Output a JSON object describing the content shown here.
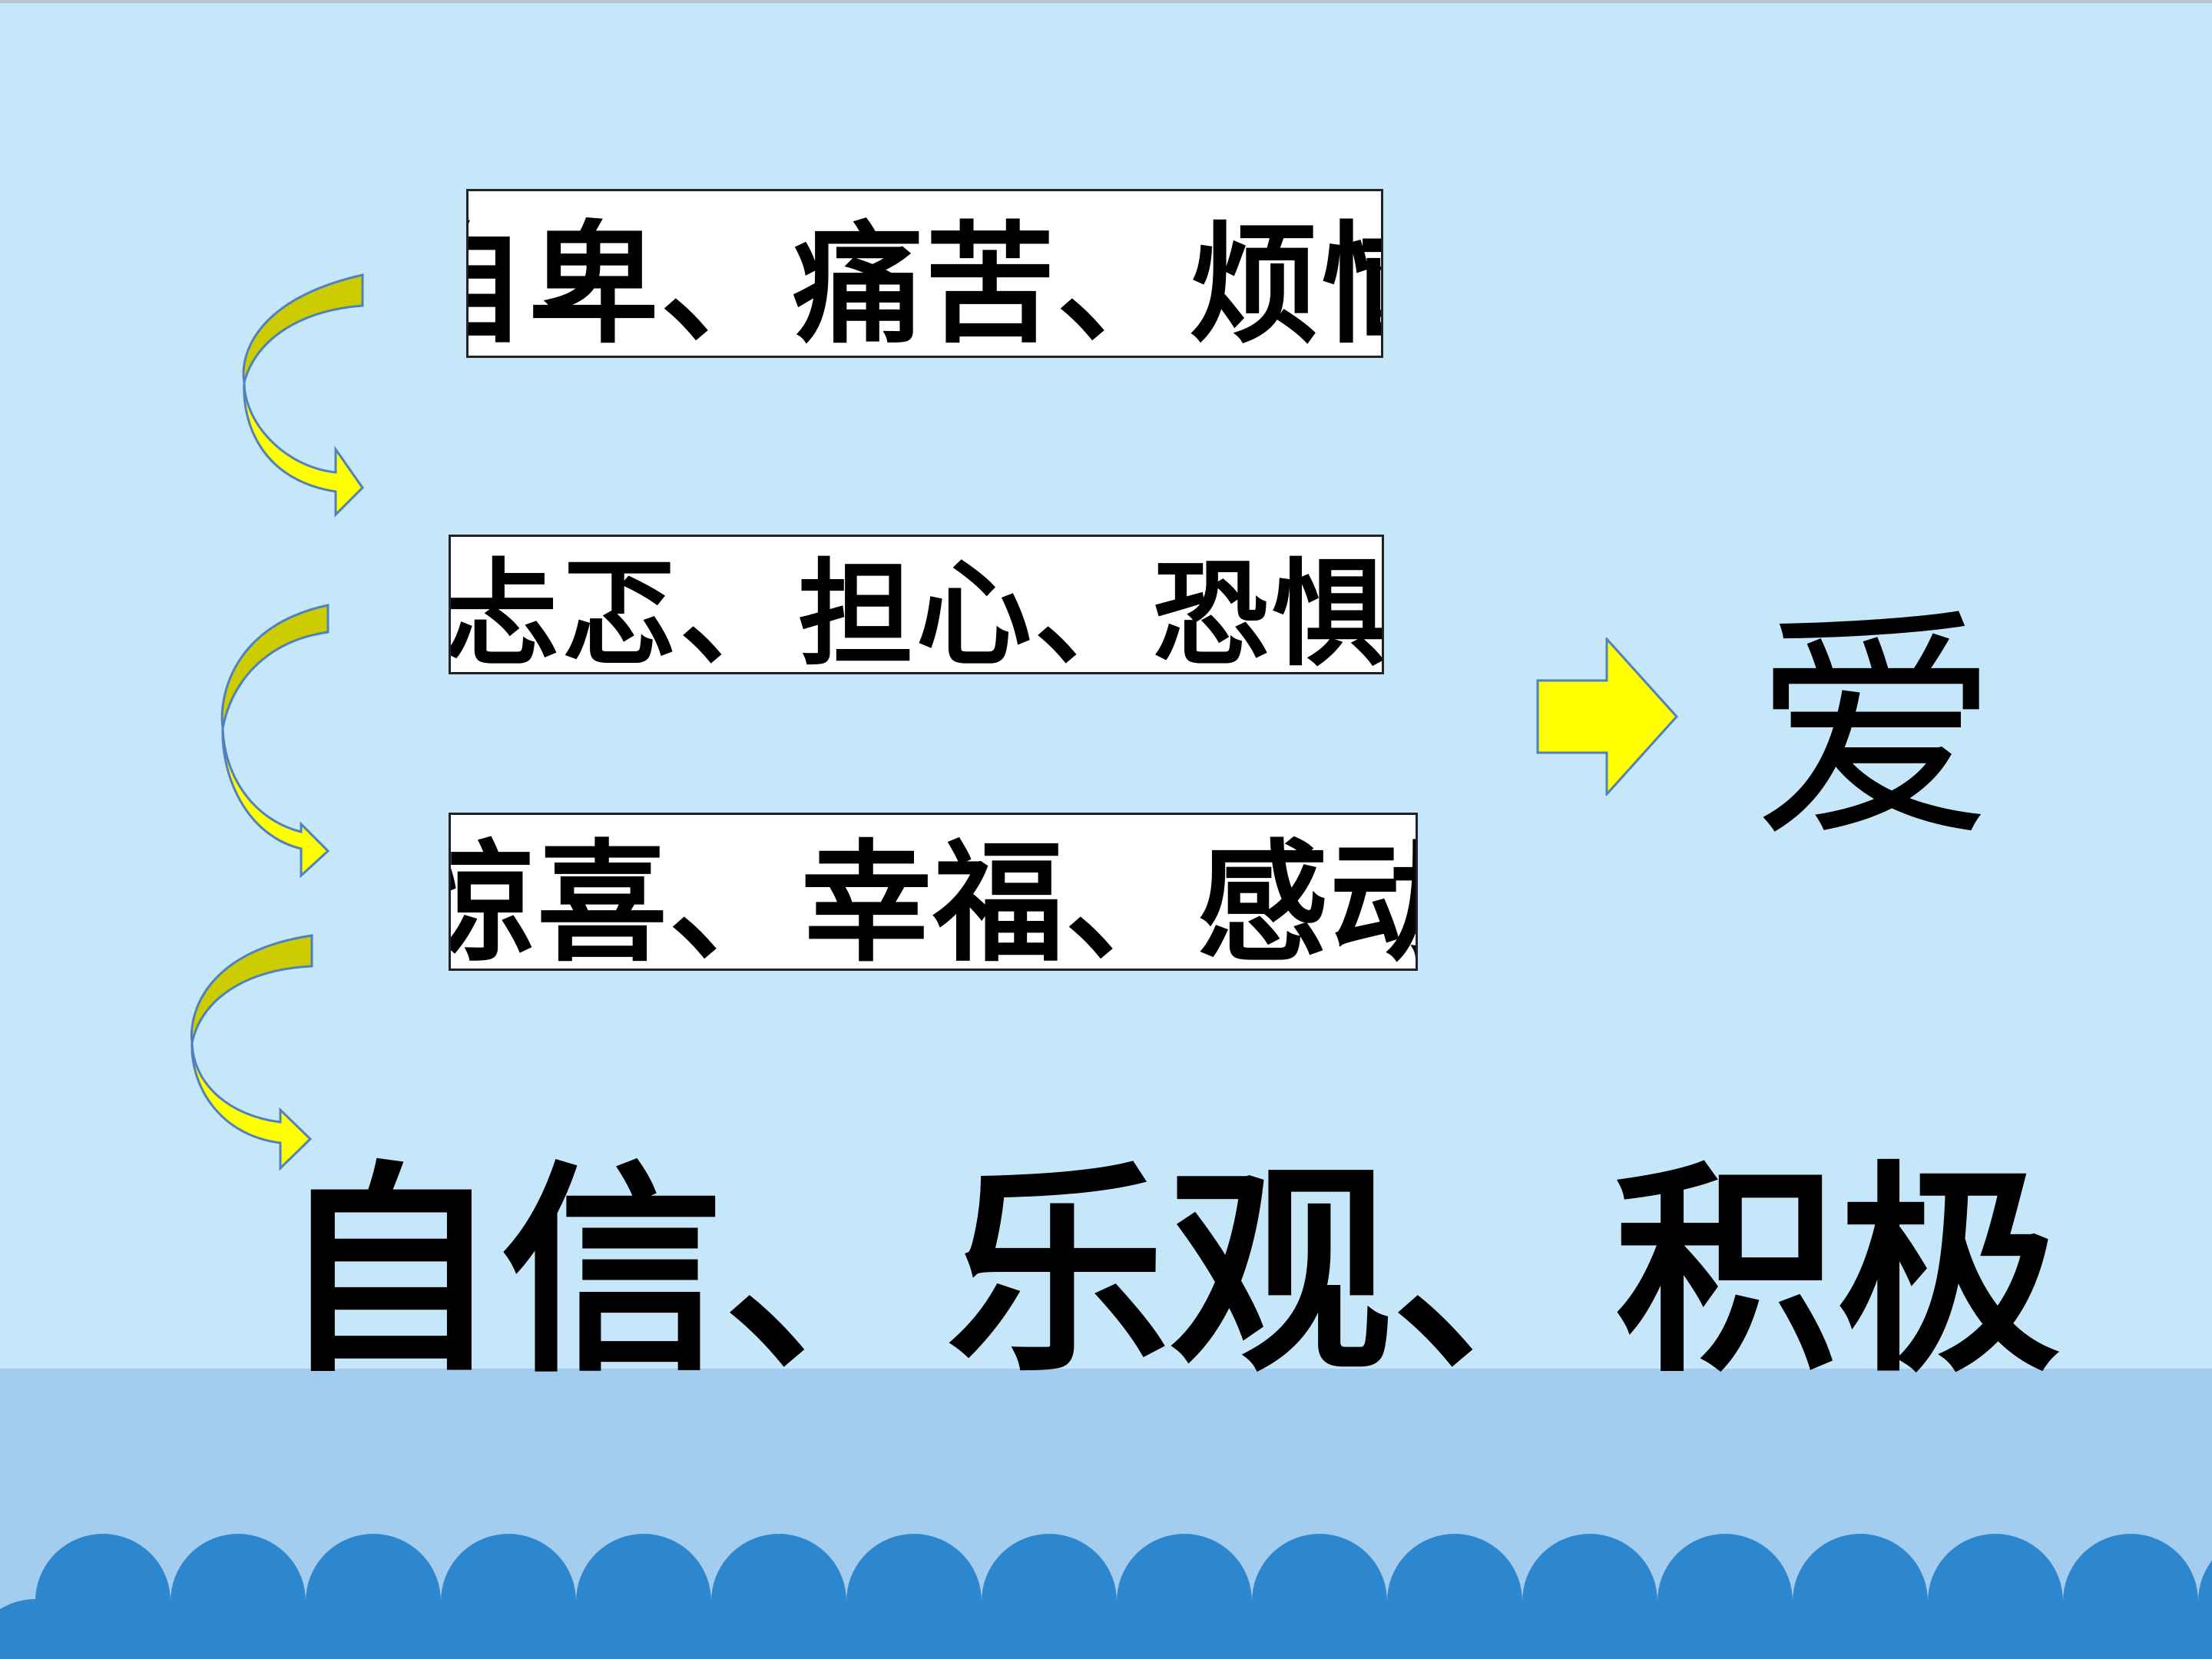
{
  "slide": {
    "box1_text": "自卑、痛苦、烦恼",
    "box2_text": "忐忑、担心、恐惧",
    "box3_text": "惊喜、幸福、感动",
    "main_text": "自信、乐观、积极",
    "love_text": "爱"
  },
  "colors": {
    "background": "#c6e7f9",
    "sea": "#a3cdee",
    "wave": "#2e86cc",
    "arrow_fill": "#ffff00",
    "arrow_shade": "#cccc00",
    "arrow_stroke": "#4f81bd"
  },
  "icons": {
    "curved_arrow": "curved-arrow-icon",
    "right_arrow": "right-arrow-icon"
  }
}
